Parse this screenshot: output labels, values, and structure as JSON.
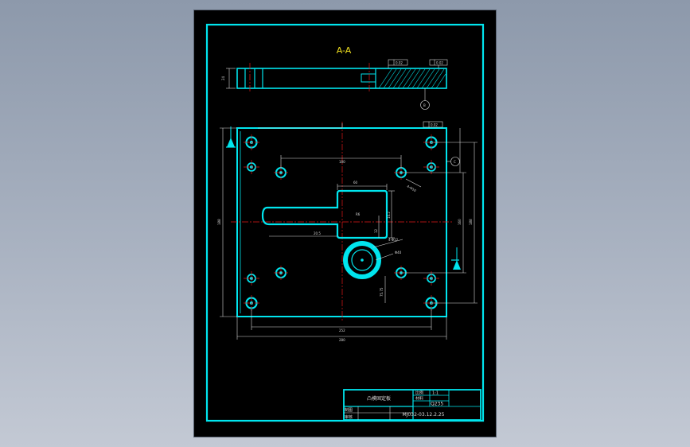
{
  "drawing": {
    "section_label": "A-A",
    "title_block": {
      "part_name": "凸模固定板",
      "material_label": "材料",
      "material": "Q235",
      "drawing_number": "MJ032-03.12.2.25",
      "scale_label": "比例",
      "scale": "1:1",
      "drawn_label": "制图",
      "checked_label": "审核"
    },
    "datum_labels": {
      "b": "B",
      "c": "C"
    },
    "tolerance_frames": [
      "0.02",
      "0.02",
      "0.02"
    ],
    "dimensions": {
      "overall_width": "280",
      "base_width": "252",
      "inner_width": "180",
      "height_left": "188",
      "height_right": "188",
      "height_inner": "160",
      "thickness": "24",
      "hole_spacing": "75.75",
      "slot_width": "60",
      "bore_dia": "Φ40",
      "pin_dia": "4-Φ12",
      "thread_spec": "4-M10",
      "slot_depth": "20.5",
      "slot_height": "14.2",
      "radius": "R6",
      "step": "12"
    },
    "colors": {
      "outline": "#00e5ee",
      "centerline": "#e01818",
      "dimension": "#d8d8d8",
      "label": "#f0e020",
      "sheet": "#000000"
    }
  }
}
